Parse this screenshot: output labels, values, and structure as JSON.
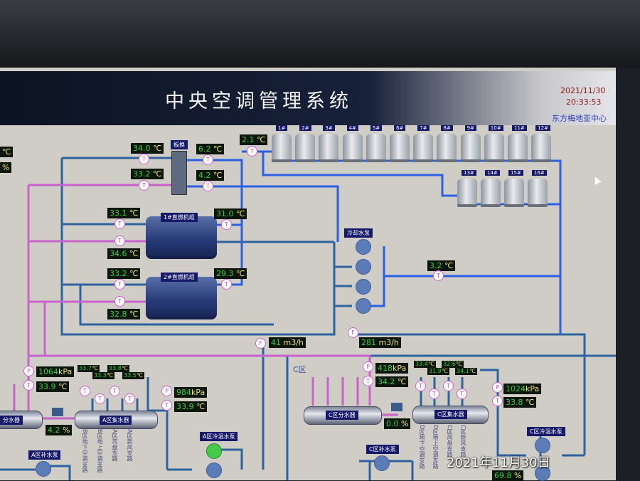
{
  "header": {
    "title": "中央空调管理系统",
    "date": "2021/11/30",
    "time": "20:33:53",
    "org": "东方梅地亚中心"
  },
  "left_edge": {
    "unit_c": "℃",
    "unit_pct": "%"
  },
  "plate_hx": {
    "label": "板换",
    "in_hot": "34.0",
    "out_hot": "33.2",
    "out_cold": "6.2",
    "in_cold": "4.2"
  },
  "tower_inlet_temp": "2.1",
  "chiller1": {
    "label": "1#直燃机组",
    "t1": "33.1",
    "t2": "34.6",
    "t3": "31.0"
  },
  "chiller2": {
    "label": "2#直燃机组",
    "t1": "33.2",
    "t2": "32.8",
    "t3": "29.3"
  },
  "cooling_towers": [
    "1#",
    "2#",
    "3#",
    "4#",
    "5#",
    "6#",
    "7#",
    "8#",
    "9#",
    "10#",
    "11#",
    "12#",
    "13#",
    "14#",
    "15#",
    "16#"
  ],
  "cooling_pump_label": "冷却水泵",
  "cooling_return_temp": "3.2",
  "flow1": "41",
  "flow2": "281",
  "flow_unit": "m3/h",
  "units": {
    "c": "℃",
    "kpa": "kPa",
    "pct": "%"
  },
  "zone_a": {
    "p_supply": "1064",
    "t_supply": "33.9",
    "p_return": "984",
    "t_return": "33.9",
    "valve": "4.2",
    "branch_temps": [
      "33.7",
      "33.3",
      "33.8",
      "33.5"
    ],
    "collector": "A区集水器",
    "splitter_partial": "分水器",
    "branches": [
      "B区地下空调支路",
      "B区地上空调支路",
      "A区风盘支路",
      "A区新风支路"
    ],
    "makeup_pump": "A区补水泵",
    "circ_pump": "A区冷温水泵"
  },
  "zone_c": {
    "title": "C区",
    "p_supply": "418",
    "t_supply": "34.2",
    "p_return": "1024",
    "t_return": "33.8",
    "valve": "0.0",
    "valve2": "69.8",
    "branch_temps": [
      "33.4",
      "31.9",
      "32.6",
      "34.1"
    ],
    "splitter": "C区分水器",
    "collector": "C区集水器",
    "branches": [
      "D区地下空调支路",
      "D区地上空调支路",
      "C区风盘支路",
      "C区新风支路"
    ],
    "makeup_pump": "C区补水泵",
    "circ_pump": "C区冷温水泵"
  },
  "sensor_letters": {
    "t": "T",
    "p": "P",
    "f": "F"
  },
  "camera_watermark": "2021年11月30日"
}
